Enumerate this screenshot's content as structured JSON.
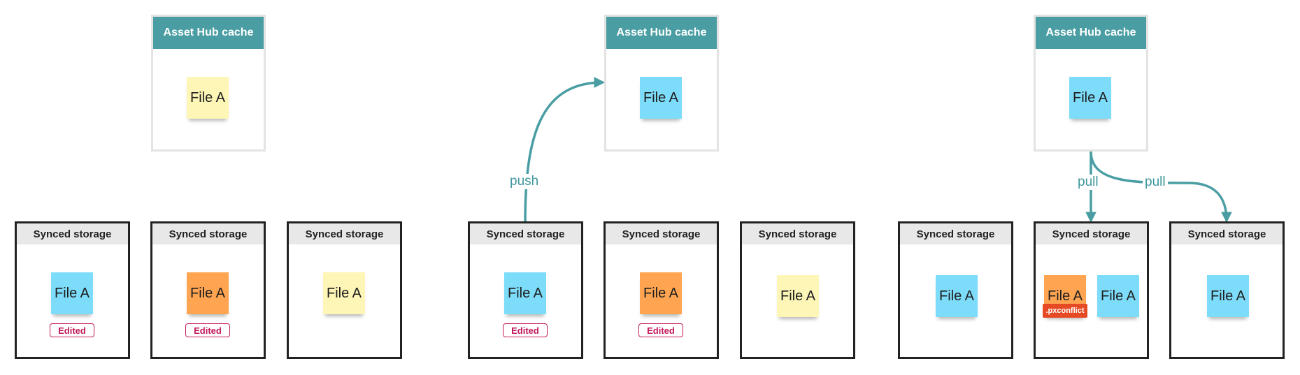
{
  "colors": {
    "teal": "#4a9ea3",
    "yellow": "#fdf6b6",
    "blue": "#7ddcf9",
    "orange": "#ffa552",
    "edited": "#c2185b",
    "conflict": "#e64a24"
  },
  "hub_title": "Asset Hub cache",
  "storage_title": "Synced storage",
  "file_label": "File A",
  "edited_label": "Edited",
  "conflict_label": ".pxconflict",
  "push_label": "push",
  "pull_label": "pull"
}
